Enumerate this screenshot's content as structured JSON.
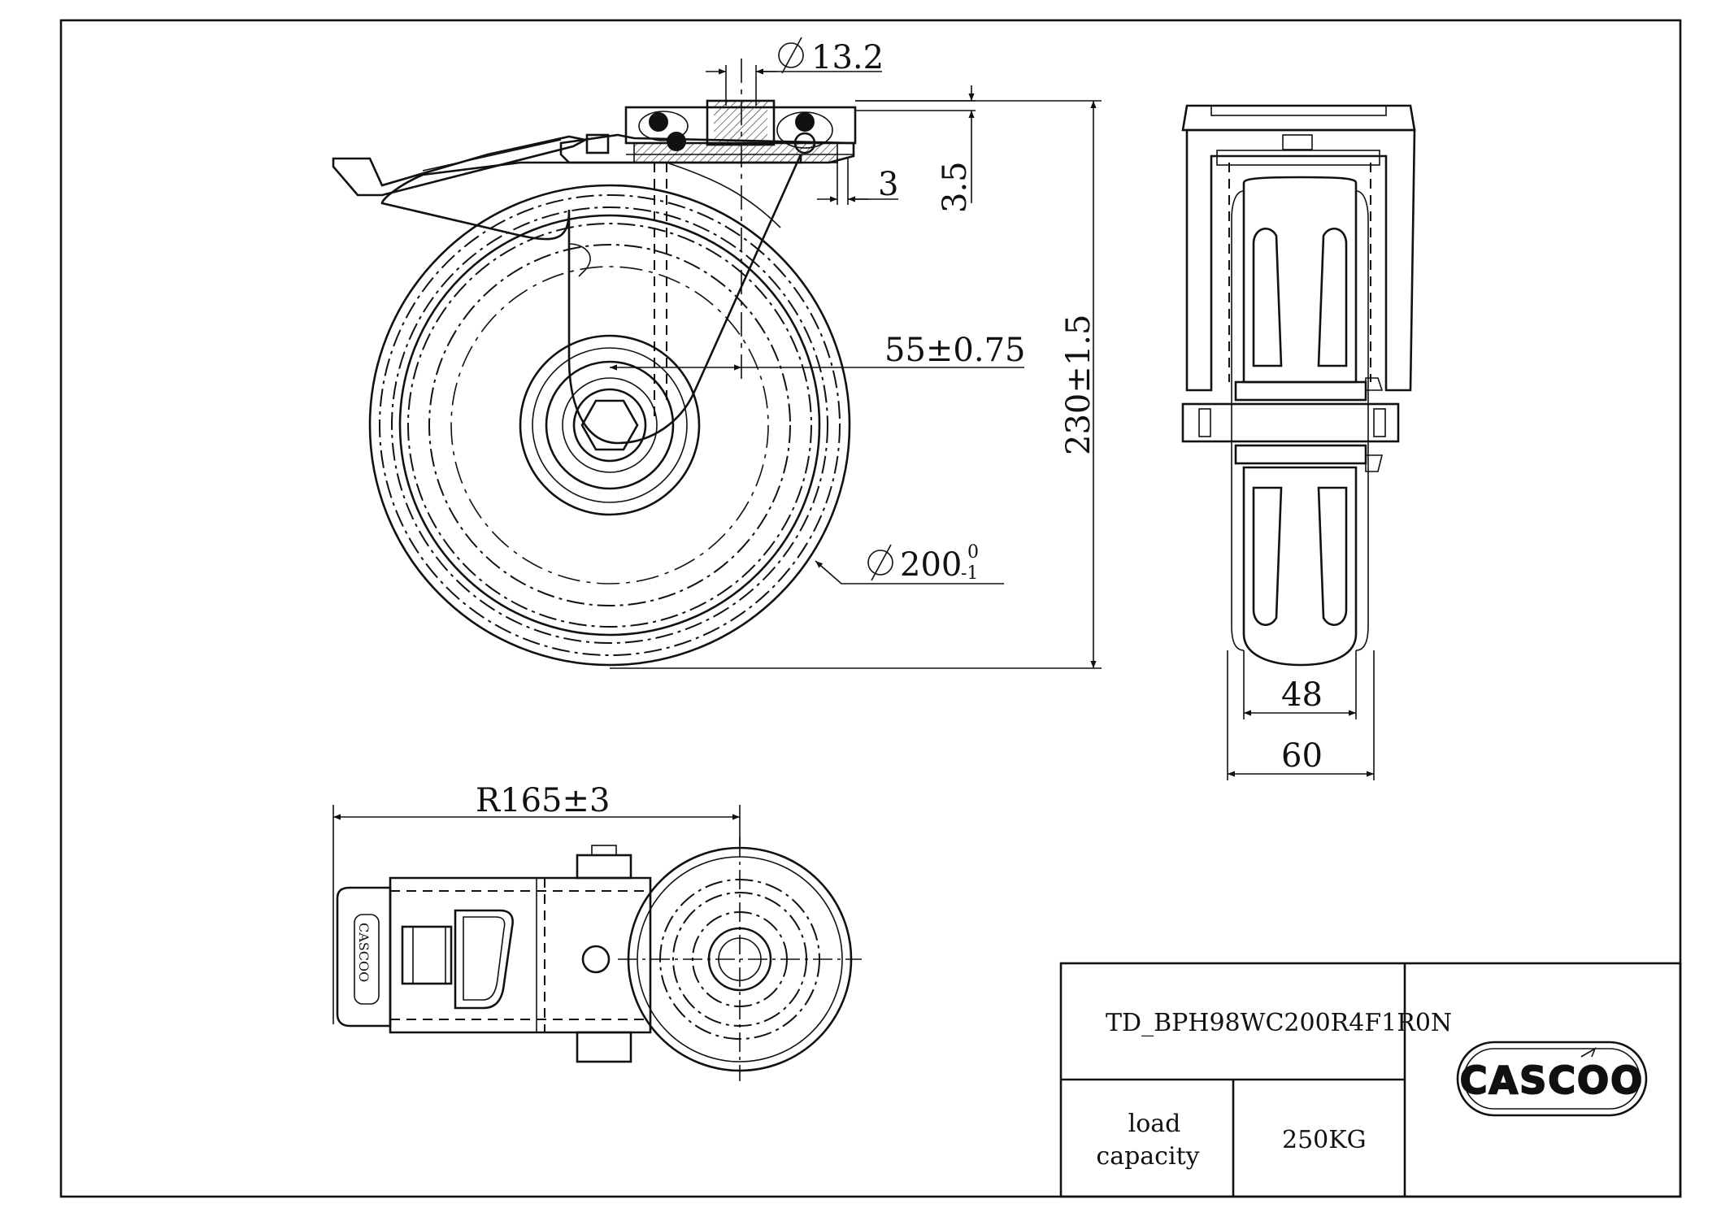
{
  "dimensions": {
    "bore": "13.2",
    "plate_thickness": "3.5",
    "bearing_gap": "3",
    "offset": "55±0.75",
    "height": "230±1.5",
    "wheel_dia": "200",
    "wheel_dia_tol_upper": "0",
    "wheel_dia_tol_lower": "-1",
    "tread_width": "48",
    "wheel_width": "60",
    "swivel_radius": "R165±3"
  },
  "title_block": {
    "part_number": "TD_BPH98WC200R4F1R0N",
    "load_label": "load\ncapacity",
    "load_label_line1": "load",
    "load_label_line2": "capacity",
    "load_value": "250KG",
    "logo": "CASCOO"
  }
}
